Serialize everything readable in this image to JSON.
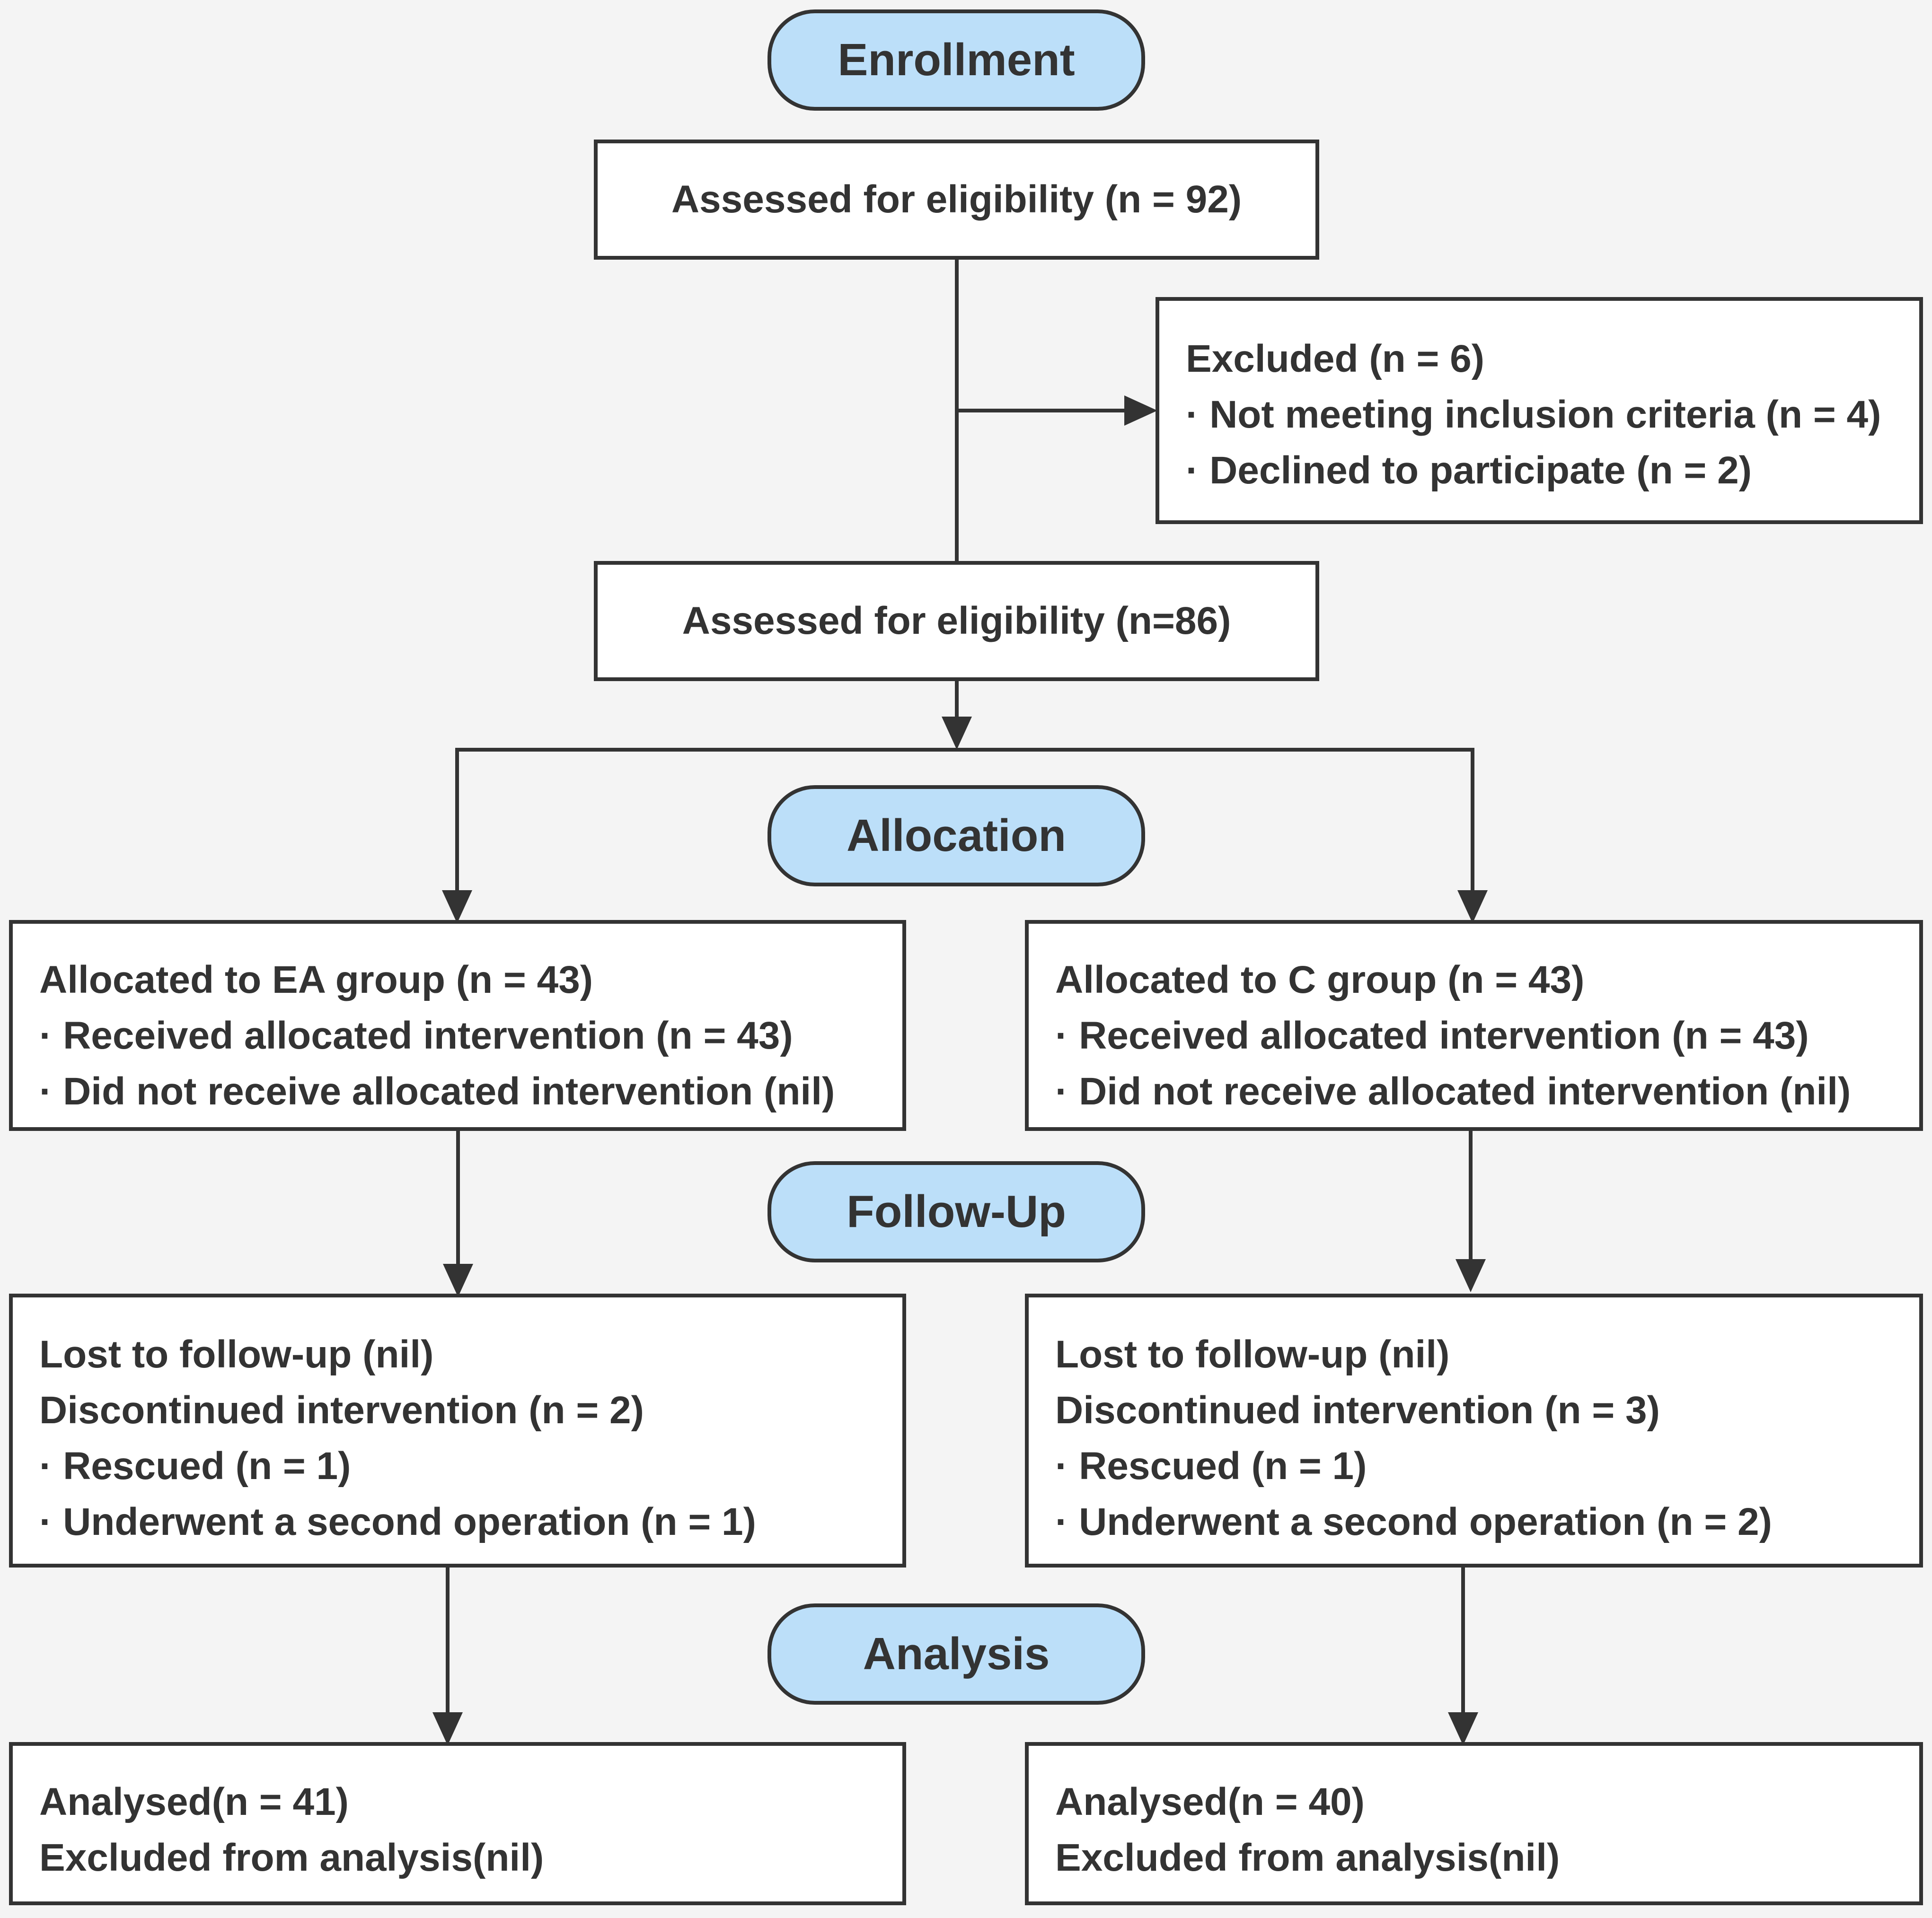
{
  "stages": {
    "enrollment": "Enrollment",
    "allocation": "Allocation",
    "follow_up": "Follow-Up",
    "analysis": "Analysis"
  },
  "assessed_initial": "Assessed for eligibility (n = 92)",
  "excluded": {
    "title": "Excluded (n = 6)",
    "items": [
      "· Not meeting inclusion criteria (n = 4)",
      "· Declined to participate (n = 2)"
    ]
  },
  "assessed_after": "Assessed for eligibility (n=86)",
  "allocation": {
    "ea": {
      "title": "Allocated to EA group (n = 43)",
      "items": [
        "· Received allocated intervention (n = 43)",
        "· Did not receive allocated intervention (nil)"
      ]
    },
    "c": {
      "title": "Allocated to C group (n = 43)",
      "items": [
        "· Received allocated intervention (n = 43)",
        "· Did not receive allocated intervention (nil)"
      ]
    }
  },
  "follow_up": {
    "ea": [
      "Lost to follow-up (nil)",
      "Discontinued intervention (n = 2)",
      "· Rescued (n = 1)",
      "· Underwent a second operation (n = 1)"
    ],
    "c": [
      "Lost to follow-up (nil)",
      "Discontinued intervention (n = 3)",
      "· Rescued (n = 1)",
      "· Underwent a second operation (n = 2)"
    ]
  },
  "analysis": {
    "ea": [
      "Analysed(n = 41)",
      "Excluded from analysis(nil)"
    ],
    "c": [
      "Analysed(n = 40)",
      "Excluded from analysis(nil)"
    ]
  },
  "colors": {
    "stage_fill": "#bcdff9",
    "stroke": "#333333",
    "box_fill": "#ffffff",
    "background": "#f4f4f4"
  }
}
